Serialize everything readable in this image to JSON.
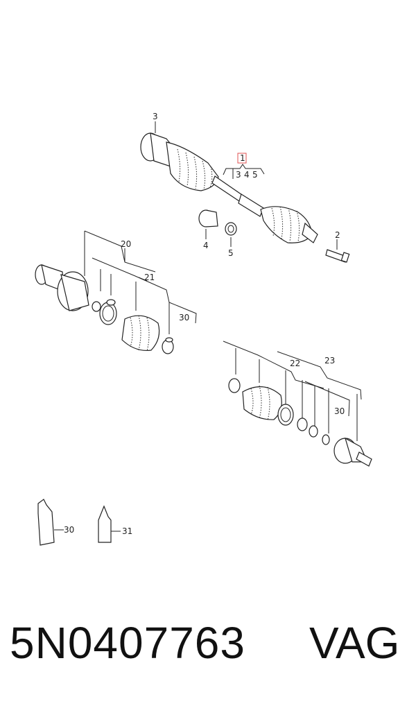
{
  "callouts": {
    "c1": "1",
    "c2": "2",
    "c3": "3",
    "c3b": "3",
    "c4": "4",
    "c4b": "4",
    "c5": "5",
    "c5b": "5",
    "c20": "20",
    "c21": "21",
    "c22": "22",
    "c23": "23",
    "c30a": "30",
    "c30b": "30",
    "c30c": "30",
    "c31": "31"
  },
  "footer": {
    "part_number": "5N0407763",
    "brand": "VAG"
  },
  "colors": {
    "line": "#222222",
    "highlight_box": "#e05050",
    "background": "#ffffff"
  }
}
